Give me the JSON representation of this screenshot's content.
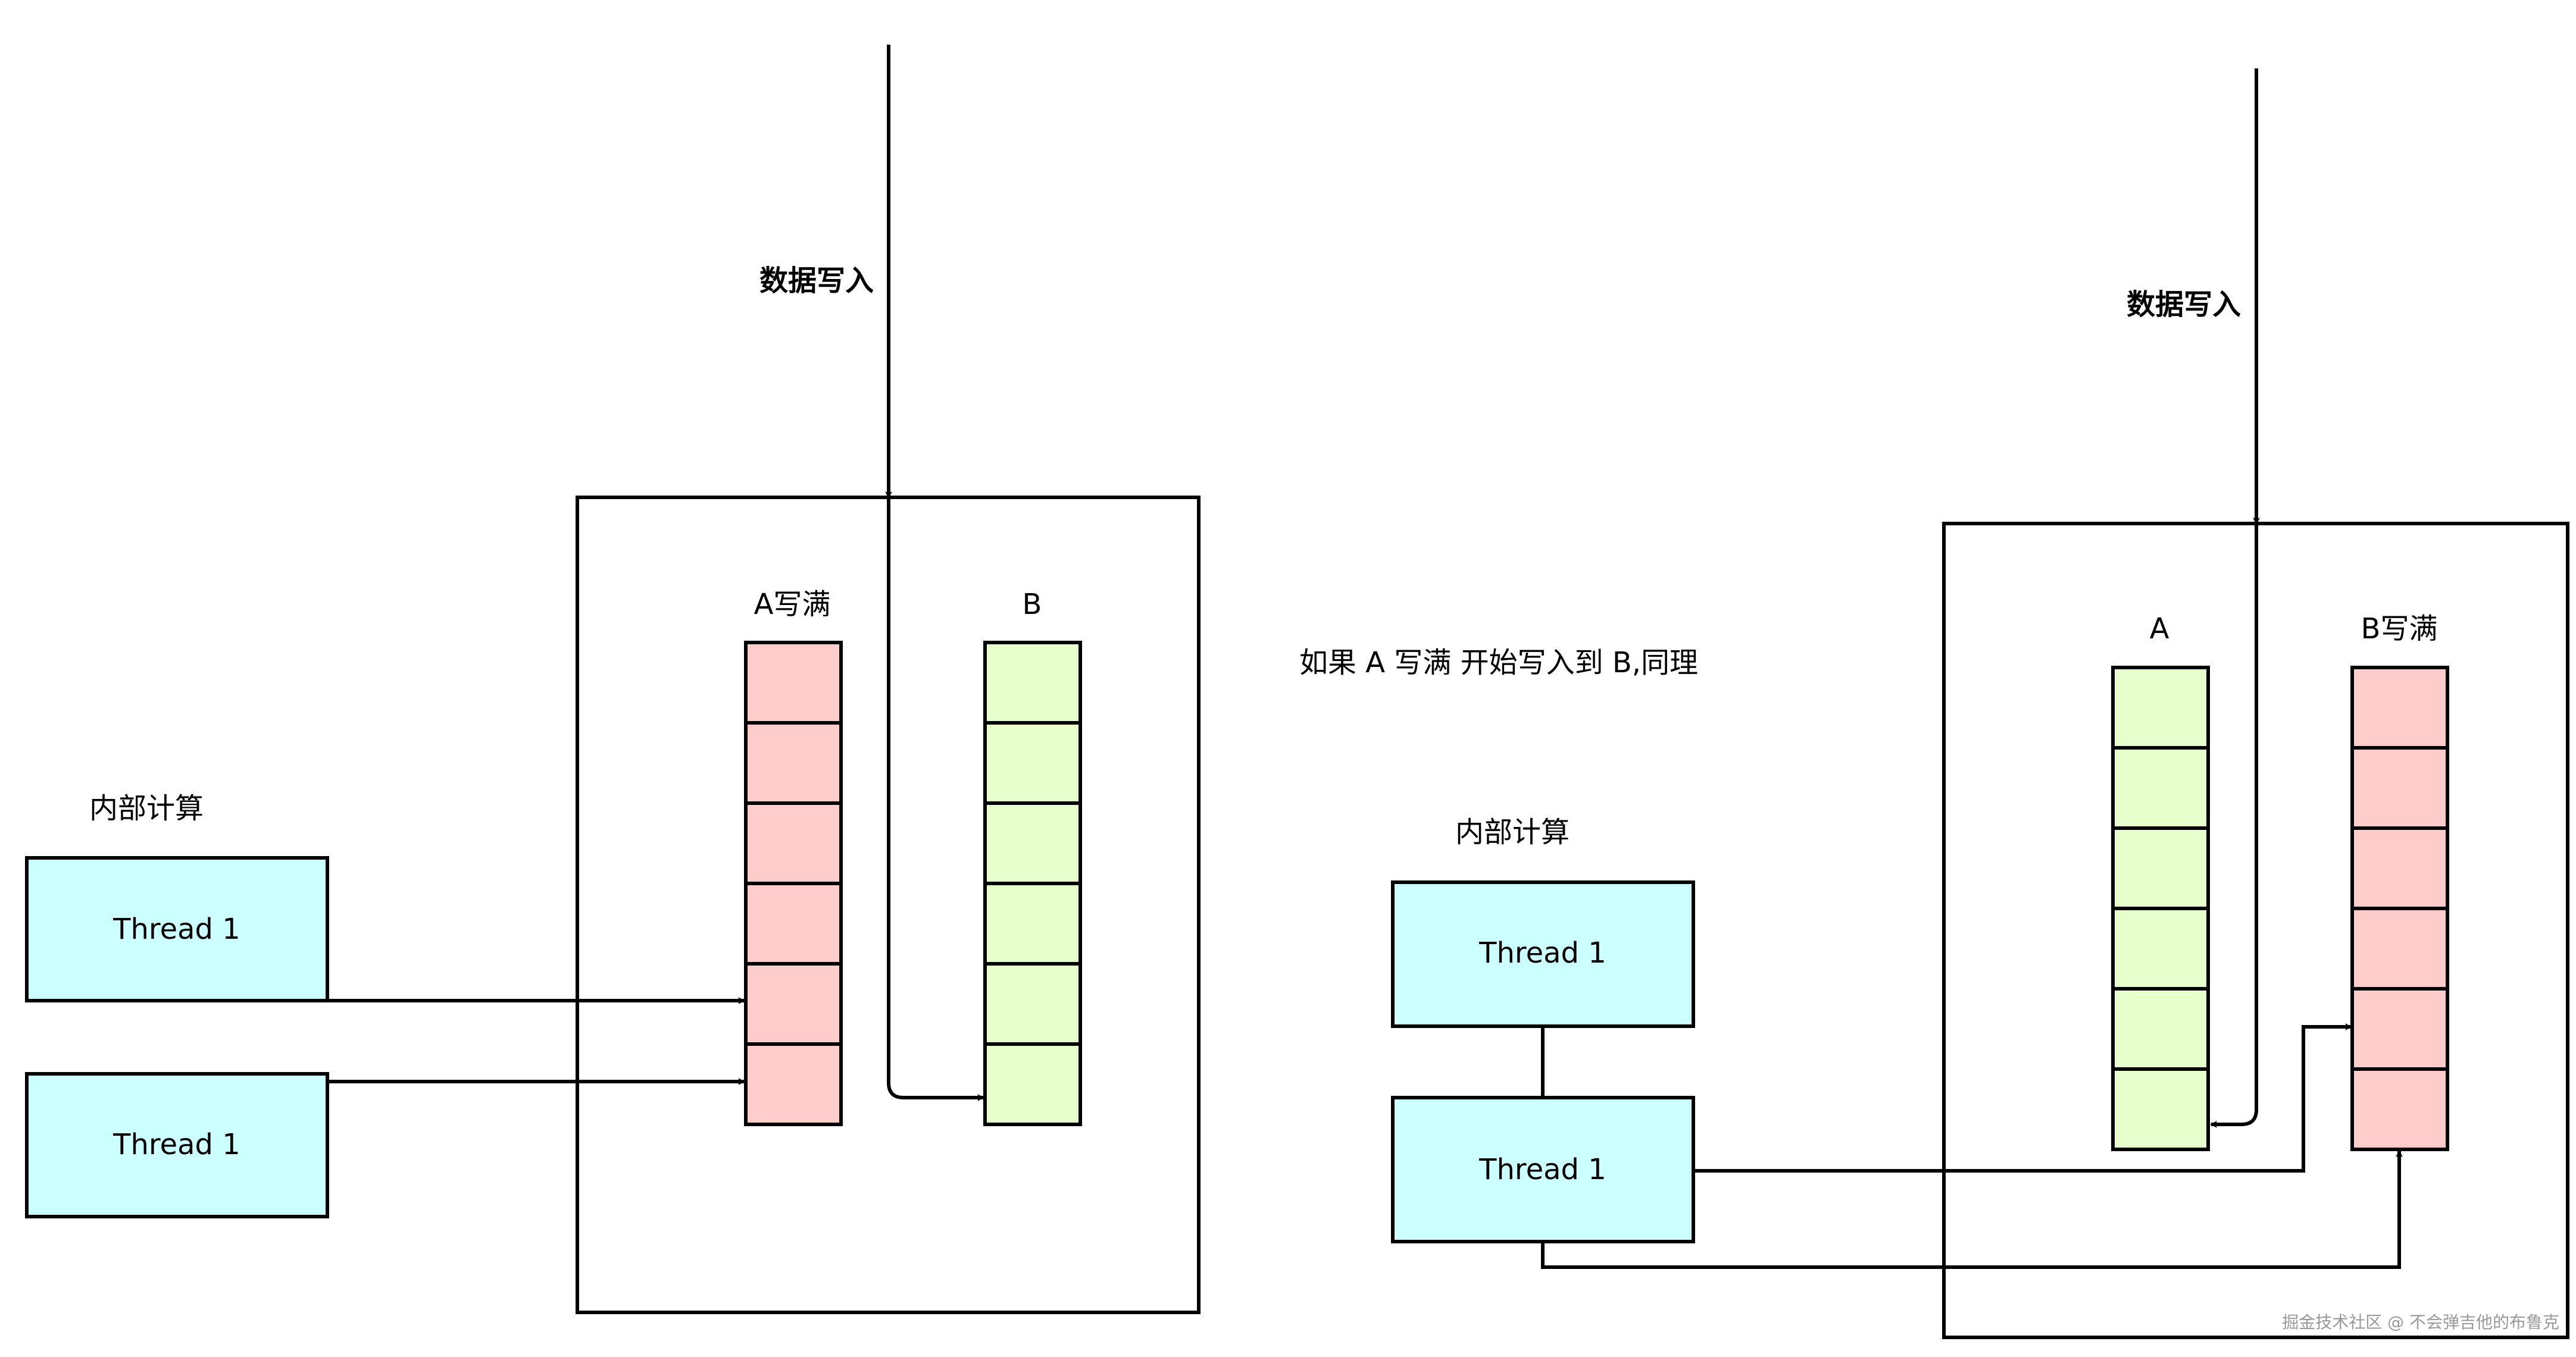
{
  "colors": {
    "stroke": "#000000",
    "thread_fill": "#ccffff",
    "full_fill": "#ffcccc",
    "empty_fill": "#e6ffcc",
    "watermark": "#999999"
  },
  "left": {
    "data_in_label": "数据写入",
    "buffer_a_label": "A写满",
    "buffer_b_label": "B",
    "internal_label": "内部计算",
    "threads": [
      "Thread 1",
      "Thread 1"
    ],
    "buffer_a_cells": 6,
    "buffer_b_cells": 6
  },
  "middle": {
    "note": "如果 A 写满  开始写入到 B,同理",
    "internal_label": "内部计算",
    "threads": [
      "Thread 1",
      "Thread 1"
    ]
  },
  "right": {
    "data_in_label": "数据写入",
    "buffer_a_label": "A",
    "buffer_b_label": "B写满",
    "buffer_a_cells": 6,
    "buffer_b_cells": 6
  },
  "watermark": "掘金技术社区 @ 不会弹吉他的布鲁克"
}
